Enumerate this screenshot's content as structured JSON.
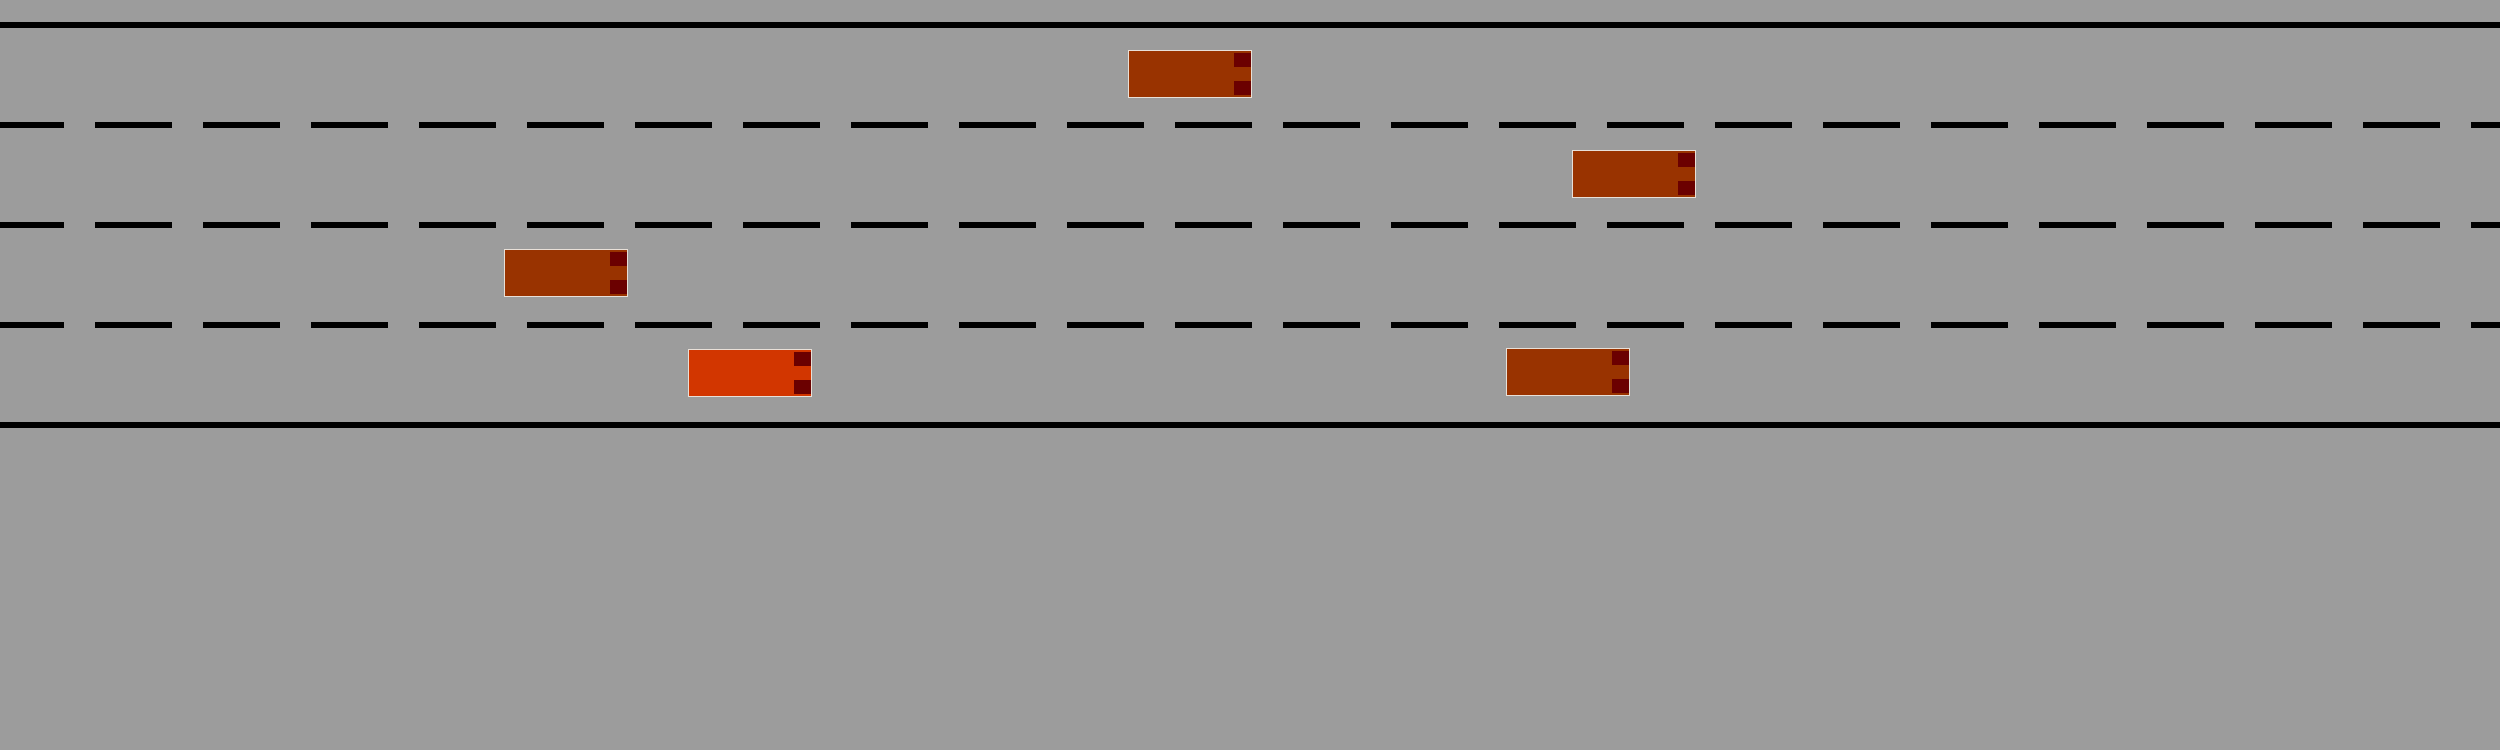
{
  "colors": {
    "background": "#9c9c9c",
    "lane_marking": "#000000",
    "ego_car": "#d23600",
    "other_car": "#993300",
    "tail_light": "#6b0000"
  },
  "road": {
    "lane_count": 4,
    "edges": [
      "top-edge",
      "bottom-edge"
    ],
    "lane_dividers": [
      "dashed",
      "dashed",
      "dashed"
    ]
  },
  "vehicles": [
    {
      "id": "ego",
      "type": "controlled-car",
      "lane": 4,
      "heading": "right"
    },
    {
      "id": "other-1",
      "type": "traffic-car",
      "lane": 1,
      "heading": "right"
    },
    {
      "id": "other-2",
      "type": "traffic-car",
      "lane": 2,
      "heading": "right"
    },
    {
      "id": "other-3",
      "type": "traffic-car",
      "lane": 3,
      "heading": "right"
    },
    {
      "id": "other-4",
      "type": "traffic-car",
      "lane": 4,
      "heading": "right"
    }
  ]
}
